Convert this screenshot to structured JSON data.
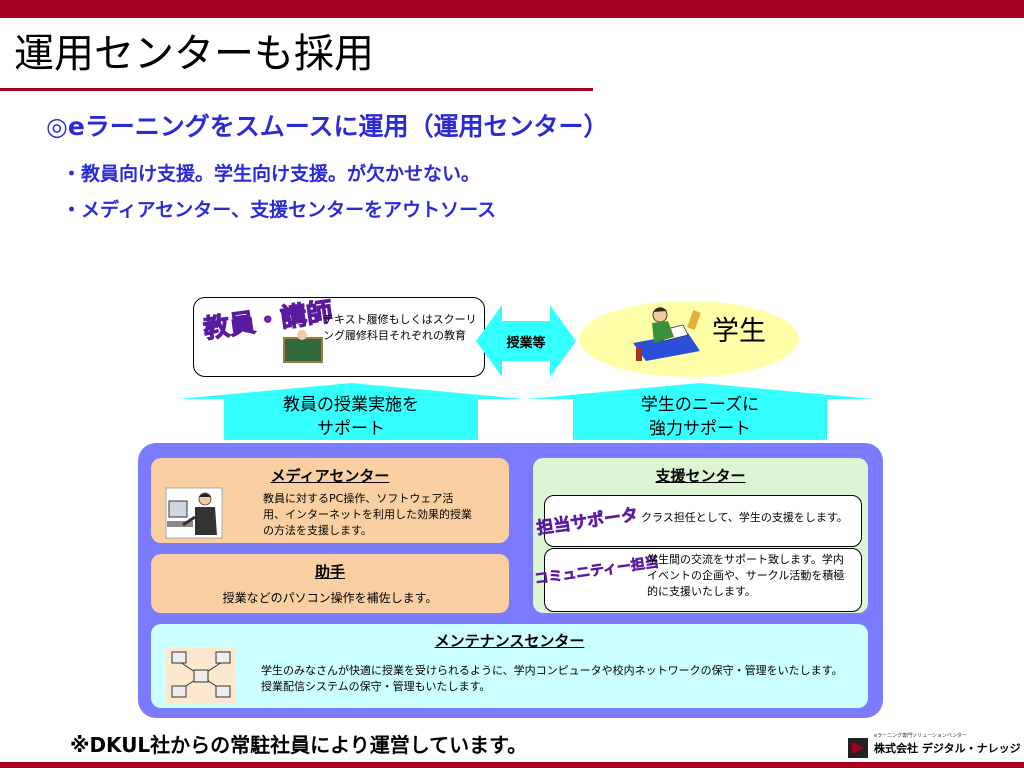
{
  "slide": {
    "title": "運用センターも採用",
    "headline": "◎eラーニングをスムースに運用（運用センター）",
    "bullets": [
      "・教員向け支援。学生向け支援。が欠かせない。",
      "・メディアセンター、支援センターをアウトソース"
    ]
  },
  "diagram": {
    "teacher_label": "教員・講師",
    "teacher_text": "テキスト履修もしくはスクーリング履修科目それぞれの教育",
    "arrow_label": "授業等",
    "student_label": "学生",
    "up_arrow_left": [
      "教員の授業実施を",
      "サポート"
    ],
    "up_arrow_right": [
      "学生のニーズに",
      "強力サポート"
    ],
    "media_center": {
      "title": "メディアセンター",
      "text": "教員に対するPC操作、ソフトウェア活用、インターネットを利用した効果的授業の方法を支援します。"
    },
    "assistant": {
      "title": "助手",
      "text": "授業などのパソコン操作を補佐します。"
    },
    "support_center": {
      "title": "支援センター",
      "tanto_label": "担当サポータ",
      "tanto_text": "クラス担任として、学生の支援をします。",
      "community_label": "コミュニティー担当",
      "community_text": "学生間の交流をサポート致します。学内イベントの企画や、サークル活動を積極的に支援いたします。"
    },
    "maintenance": {
      "title": "メンテナンスセンター",
      "text": "学生のみなさんが快適に授業を受けられるように、学内コンピュータや校内ネットワークの保守・管理をいたします。授業配信システムの保守・管理もいたします。"
    }
  },
  "footer": {
    "note": "※DKUL社からの常駐社員により運営しています。",
    "logo_tagline": "eラーニング専門ソリューションベンダー",
    "logo_name": "株式会社 デジタル・ナレッジ"
  },
  "colors": {
    "accent": "#a50021",
    "headline": "#2b2bd6",
    "panel": "#7b7bff",
    "arrow": "#33ffff",
    "label_purple": "#8a2be2"
  }
}
